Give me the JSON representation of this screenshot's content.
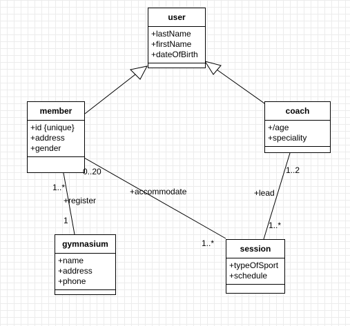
{
  "classes": {
    "user": {
      "name": "user",
      "attributes": [
        "+lastName",
        "+firstName",
        "+dateOfBirth"
      ]
    },
    "member": {
      "name": "member",
      "attributes": [
        "+id {unique}",
        "+address",
        "+gender"
      ]
    },
    "coach": {
      "name": "coach",
      "attributes": [
        "+/age",
        "+speciality"
      ]
    },
    "gymnasium": {
      "name": "gymnasium",
      "attributes": [
        "+name",
        "+address",
        "+phone"
      ]
    },
    "session": {
      "name": "session",
      "attributes": [
        "+typeOfSport",
        "+schedule"
      ]
    }
  },
  "associations": {
    "register": {
      "name": "+register",
      "member_end": "1..*",
      "gymnasium_end": "1"
    },
    "accommodate": {
      "name": "+accommodate",
      "member_end": "0..20",
      "session_end": "1..*"
    },
    "lead": {
      "name": "+lead",
      "coach_end": "1..2",
      "session_end": "1..*"
    }
  },
  "colors": {
    "line": "#000000",
    "grid": "#ececec",
    "background": "#ffffff"
  }
}
